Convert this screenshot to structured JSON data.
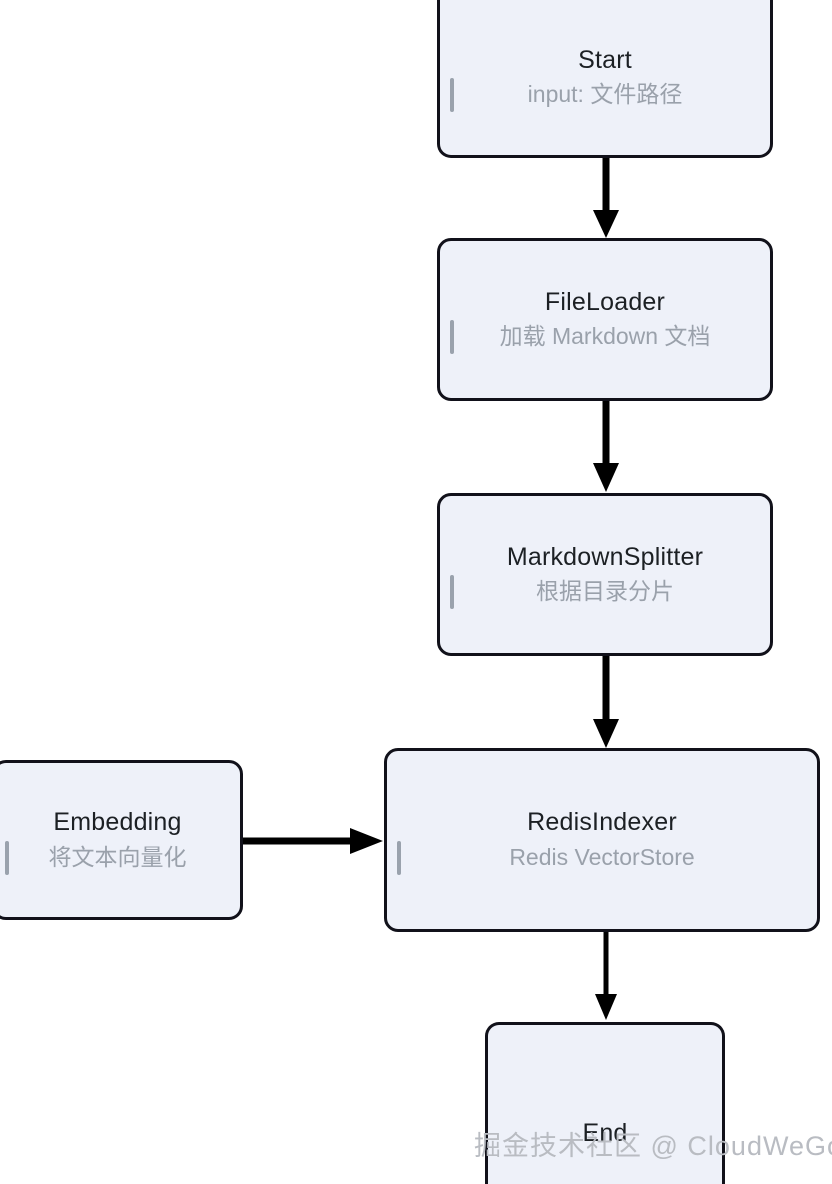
{
  "diagram": {
    "type": "flowchart",
    "orientation": "top-to-bottom",
    "nodes": [
      {
        "id": "start",
        "title": "Start",
        "subtitle": "input: 文件路径"
      },
      {
        "id": "fileloader",
        "title": "FileLoader",
        "subtitle": "加载 Markdown 文档"
      },
      {
        "id": "splitter",
        "title": "MarkdownSplitter",
        "subtitle": "根据目录分片"
      },
      {
        "id": "redis",
        "title": "RedisIndexer",
        "subtitle": "Redis VectorStore"
      },
      {
        "id": "embedding",
        "title": "Embedding",
        "subtitle": "将文本向量化"
      },
      {
        "id": "end",
        "title": "End",
        "subtitle": ""
      }
    ],
    "edges": [
      {
        "from": "start",
        "to": "fileloader",
        "direction": "down"
      },
      {
        "from": "fileloader",
        "to": "splitter",
        "direction": "down"
      },
      {
        "from": "splitter",
        "to": "redis",
        "direction": "down"
      },
      {
        "from": "embedding",
        "to": "redis",
        "direction": "right"
      },
      {
        "from": "redis",
        "to": "end",
        "direction": "down"
      }
    ],
    "colors": {
      "node_fill": "#eef1f9",
      "node_border": "#11111a",
      "title_text": "#1c2024",
      "subtitle_text": "#9aa1ab",
      "subtitle_bar": "#9aa2ad",
      "arrow": "#000000",
      "background": "#ffffff",
      "watermark": "#b9bcc2"
    }
  },
  "watermark": {
    "text": "掘金技术社区 @ CloudWeGo"
  }
}
